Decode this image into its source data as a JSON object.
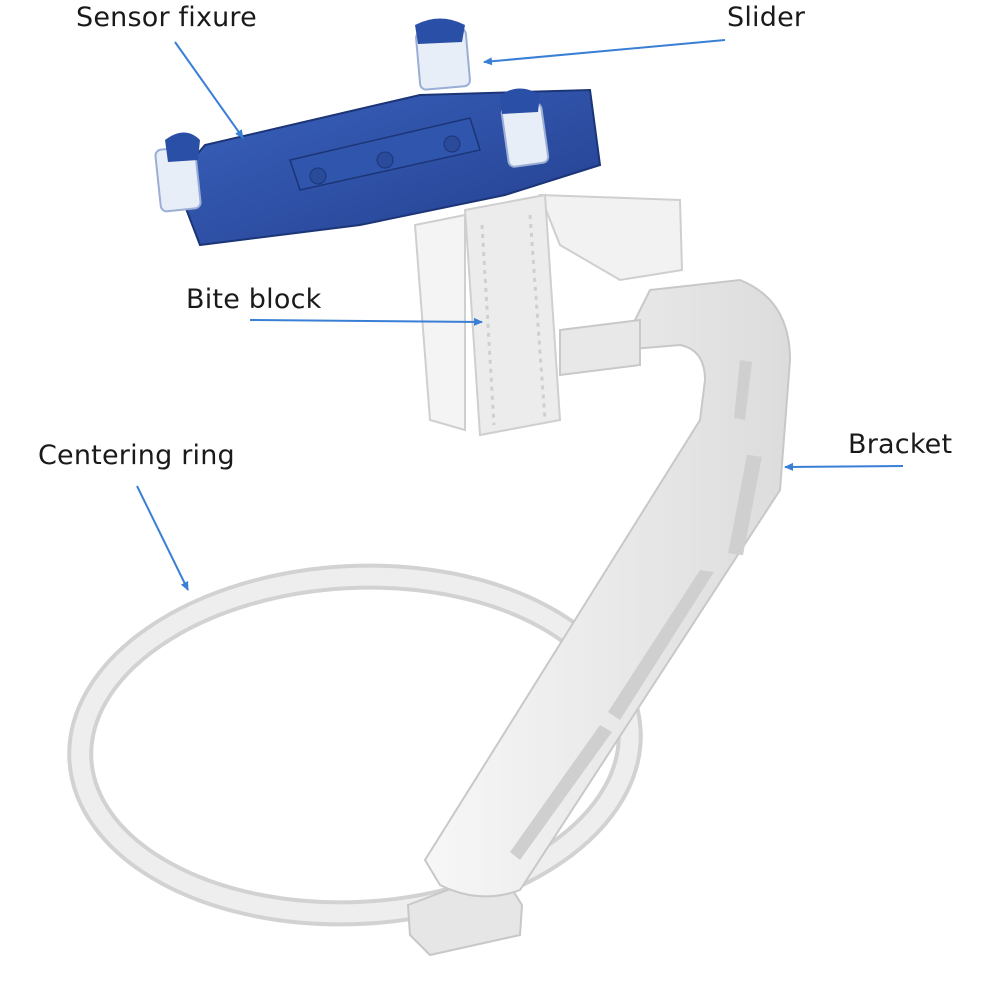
{
  "labels": {
    "sensor_fixure": "Sensor fixure",
    "slider": "Slider",
    "bite_block": "Bite block",
    "centering_ring": "Centering ring",
    "bracket": "Bracket"
  },
  "colors": {
    "arrow": "#3a7fd6",
    "fixture_blue": "#2a4fa6",
    "plastic_white": "#ececec",
    "plastic_shadow": "#cfcfcf",
    "text": "#1a1a1a"
  }
}
